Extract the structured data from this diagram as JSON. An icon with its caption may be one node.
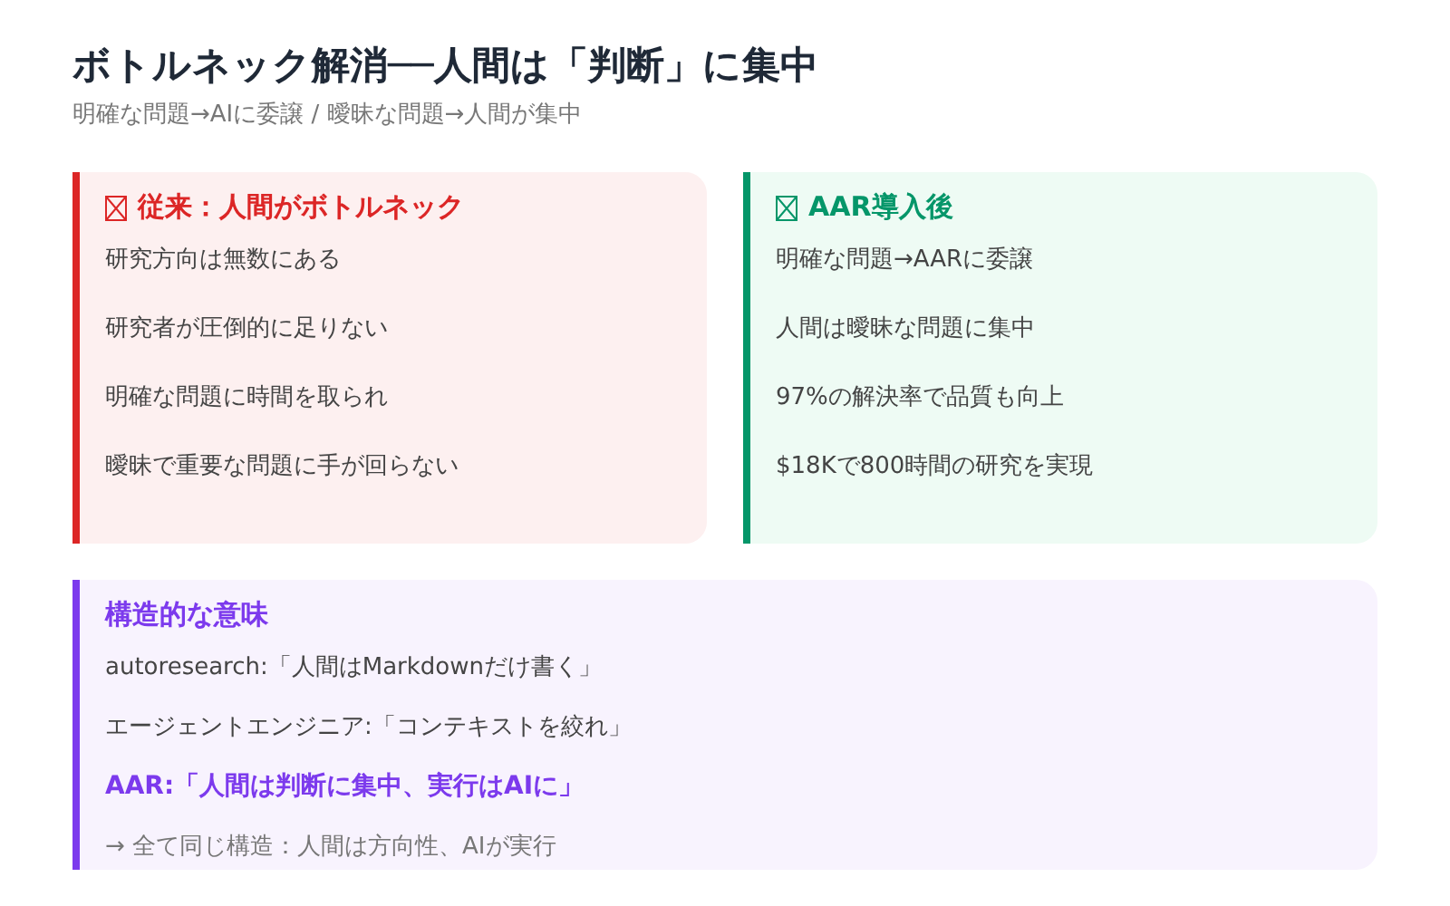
{
  "diagram": {
    "title": "ボトルネック解消──人間は「判断」に集中",
    "nodes": [
      {
        "text": [
          "従来：人間がボトルネック",
          "研究方向は無数にある",
          "研究者が圧倒的に足りない",
          "明確な問題に時間を取られ",
          "曖昧で重要な問題に手が回らない"
        ]
      },
      {
        "text": [
          "AAR導入後",
          "明確な問題→AARに委譲",
          "人間は曖昧な問題に集中",
          "97%の解決率で品質も向上",
          "$18Kで800時間の研究を実現"
        ]
      },
      {
        "text": [
          "構造的な意味",
          "autoresearch:「人間はMarkdownだけ書く」",
          "エージェントエンジニア:「コンテキストを絞れ」",
          "AAR:「人間は判断に集中、実行はAIに」",
          "→ 全て同じ構造：人間は方向性、AIが実行"
        ]
      }
    ],
    "labels": [
      "明確な問題→AIに委譲 / 曖昧な問題→人間が集中"
    ]
  }
}
